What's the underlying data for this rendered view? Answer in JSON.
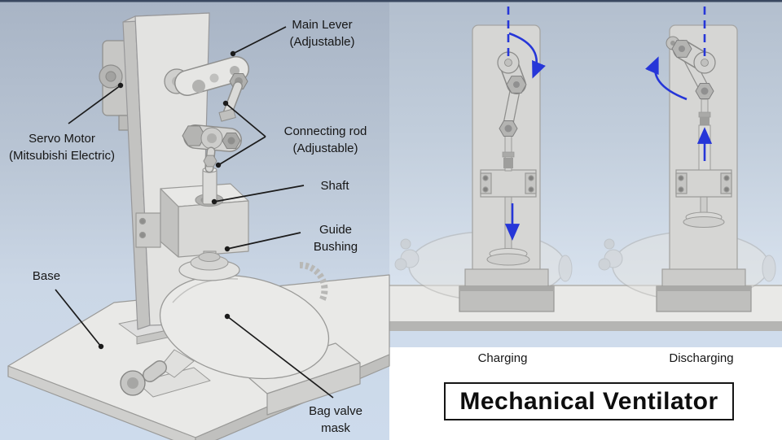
{
  "left_view": {
    "labels": [
      {
        "id": "main-lever",
        "line1": "Main Lever",
        "line2": "(Adjustable)"
      },
      {
        "id": "servo-motor",
        "line1": "Servo Motor",
        "line2": "(Mitsubishi Electric)"
      },
      {
        "id": "connecting-rod",
        "line1": "Connecting rod",
        "line2": "(Adjustable)"
      },
      {
        "id": "shaft",
        "line1": "Shaft",
        "line2": ""
      },
      {
        "id": "guide-bushing",
        "line1": "Guide",
        "line2": "Bushing"
      },
      {
        "id": "base",
        "line1": "Base",
        "line2": ""
      },
      {
        "id": "bag-valve-mask",
        "line1": "Bag valve",
        "line2": "mask"
      }
    ]
  },
  "right_view": {
    "states": [
      {
        "label": "Charging"
      },
      {
        "label": "Discharging"
      }
    ],
    "title": "Mechanical Ventilator"
  },
  "colors": {
    "accent_blue": "#2636d8",
    "leader_black": "#1b1b1b",
    "metal_light": "#e6e6e4",
    "metal_dark": "#a9a9a7"
  }
}
